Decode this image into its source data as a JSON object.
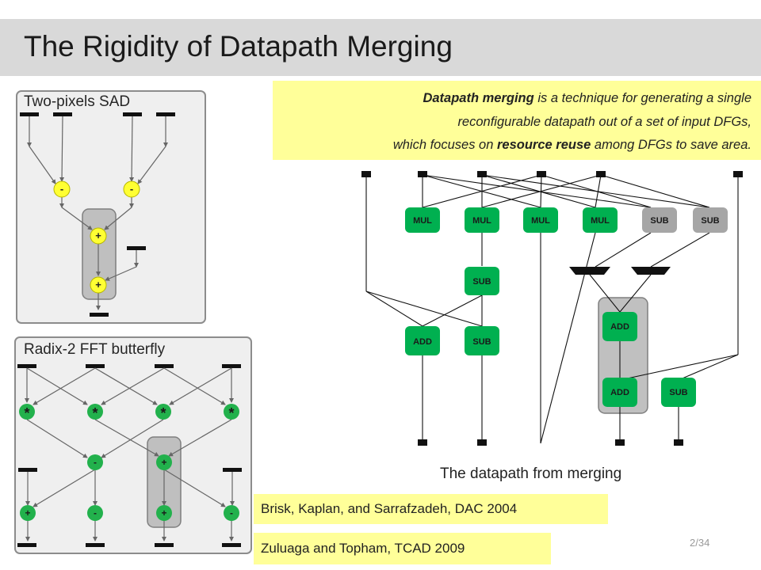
{
  "slide": {
    "title": "The Rigidity of Datapath Merging",
    "page_number": "2/34"
  },
  "callout": {
    "line1_bold": "Datapath merging",
    "line1_rest": " is a technique for generating a single",
    "line2": "reconfigurable datapath out of a set of input DFGs,",
    "line3_pre": "which focuses on ",
    "line3_bold": "resource reuse",
    "line3_post": " among DFGs to save area."
  },
  "sad_diagram": {
    "title": "Two-pixels SAD",
    "ops": {
      "subtract": "-",
      "add": "+"
    },
    "colors": {
      "node": "#ffff33",
      "node_border": "#c8c800"
    }
  },
  "fft_diagram": {
    "title": "Radix-2 FFT butterfly",
    "ops": {
      "multiply": "*",
      "subtract": "-",
      "add": "+"
    },
    "colors": {
      "node": "#22b14c"
    }
  },
  "merged_datapath": {
    "caption": "The datapath from merging",
    "ops": {
      "row1": [
        "MUL",
        "MUL",
        "MUL",
        "MUL",
        "SUB",
        "SUB"
      ],
      "sub_mid": "SUB",
      "row3": [
        "ADD",
        "SUB"
      ],
      "add_shared": "ADD",
      "row5": [
        "ADD",
        "SUB"
      ]
    },
    "colors": {
      "active": "#00b050",
      "inactive": "#a6a6a6",
      "group": "#c0c0c0"
    }
  },
  "citations": {
    "first": "Brisk, Kaplan, and Sarrafzadeh, DAC 2004",
    "second": "Zuluaga and Topham, TCAD 2009"
  },
  "colors": {
    "title_bar": "#d9d9d9",
    "highlight": "#ffff99"
  }
}
